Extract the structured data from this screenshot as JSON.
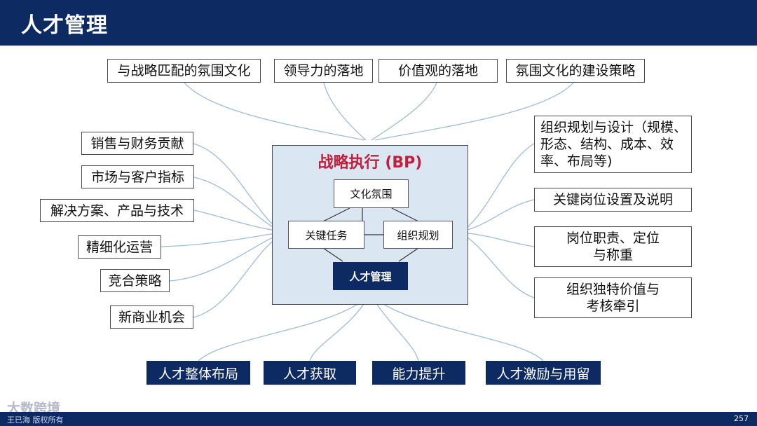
{
  "header": {
    "title": "人才管理"
  },
  "diagram": {
    "top_items": [
      "与战略匹配的氛围文化",
      "领导力的落地",
      "价值观的落地",
      "氛围文化的建设策略"
    ],
    "left_items": [
      "销售与财务贡献",
      "市场与客户指标",
      "解决方案、产品与技术",
      "精细化运营",
      "竞合策略",
      "新商业机会"
    ],
    "right_items": [
      [
        "组织规划与设计（规模、",
        "形态、结构、成本、效",
        "率、布局等)"
      ],
      [
        "关键岗位设置及说明"
      ],
      [
        "岗位职责、定位",
        "与称重"
      ],
      [
        "组织独特价值与",
        "考核牵引"
      ]
    ],
    "bottom_items": [
      "人才整体布局",
      "人才获取",
      "能力提升",
      "人才激励与用留"
    ],
    "center": {
      "title": "战略执行 (BP)",
      "culture": "文化氛围",
      "key_tasks": "关键任务",
      "org_planning": "组织规划",
      "talent_mgmt": "人才管理"
    }
  },
  "footer": {
    "left_text": "王已海 版权所有",
    "page_number": "257"
  },
  "watermark": "大数跨境",
  "colors": {
    "navy": "#0d2a63",
    "accent_red": "#c0203c",
    "panel_blue": "#dbe6f3",
    "curve_blue": "#9dbcd8"
  }
}
